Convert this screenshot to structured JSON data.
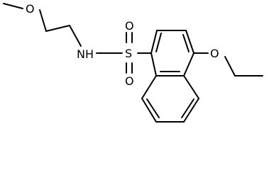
{
  "molecule": {
    "atoms": {
      "o_methoxy": "O",
      "nh": "NH",
      "s": "S",
      "o_sulfonyl_top": "O",
      "o_sulfonyl_bottom": "O",
      "o_ethoxy": "O"
    }
  }
}
